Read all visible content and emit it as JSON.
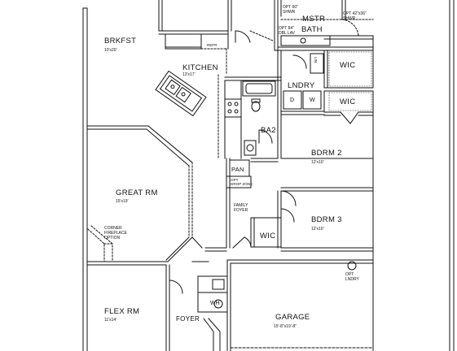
{
  "rooms": {
    "brkfst": {
      "name": "BRKFST",
      "dim": "10'x20'"
    },
    "kitchen": {
      "name": "KITCHEN",
      "dim": "13'x17'"
    },
    "great_rm": {
      "name": "GREAT RM",
      "dim": "15'x19'"
    },
    "flex_rm": {
      "name": "FLEX RM",
      "dim": "11'x14'"
    },
    "foyer": {
      "name": "FOYER"
    },
    "garage": {
      "name": "GARAGE",
      "dim": "15'-8\"x19'-8\""
    },
    "bdrm2": {
      "name": "BDRM 2",
      "dim": "12'x10'"
    },
    "bdrm3": {
      "name": "BDRM 3",
      "dim": "12'x10'"
    },
    "ba2": {
      "name": "BA2"
    },
    "lndry": {
      "name": "LNDRY"
    },
    "mstr_bath": {
      "name_line1": "MSTR",
      "name_line2": "BATH"
    },
    "wic_top": {
      "name": "WIC"
    },
    "wic_mid": {
      "name": "WIC"
    },
    "wic_bdrm3": {
      "name": "WIC"
    },
    "pan": {
      "name": "PAN"
    },
    "family_foyer": {
      "line1": "FAMILY",
      "line2": "FOYER"
    }
  },
  "notes": {
    "refr": "REFR",
    "corner_fp": [
      "CORNER",
      "FIREPLACE",
      "OPTION"
    ],
    "opt_60_shwr": [
      "OPT 60\"",
      "SHWR"
    ],
    "opt_42_shwr": [
      "OPT 42\"x36\"",
      "SHWR"
    ],
    "opt_84_dbl": [
      "OPT 84\"",
      "DBL LAV"
    ],
    "opt_drop_zone": [
      "OPT",
      "DROP ZONE"
    ],
    "opt_lndry": [
      "OPT",
      "LNDRY"
    ],
    "lin": "LIN",
    "dryer": "D",
    "washer": "W",
    "wh": "WH"
  }
}
